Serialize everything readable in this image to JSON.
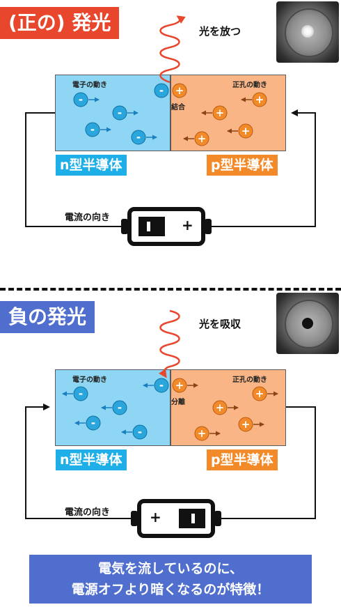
{
  "top": {
    "title": "(正の) 発光",
    "light_label": "光を放つ",
    "electron_motion": "電子の動き",
    "hole_motion": "正孔の動き",
    "junction_label": "結合",
    "n_label": "n型半導体",
    "p_label": "p型半導体",
    "current_label": "電流の向き",
    "battery_sign": "+"
  },
  "bottom": {
    "title": "負の発光",
    "light_label": "光を吸収",
    "electron_motion": "電子の動き",
    "hole_motion": "正孔の動き",
    "junction_label": "分離",
    "n_label": "n型半導体",
    "p_label": "p型半導体",
    "current_label": "電流の向き",
    "battery_sign": "+"
  },
  "particles": {
    "electron": "-",
    "hole": "+"
  },
  "footer": {
    "line1": "電気を流しているのに、",
    "line2": "電源オフより暗くなるのが特徴！"
  },
  "colors": {
    "top_title_bg": "#e8472e",
    "bottom_title_bg": "#4f6ecd",
    "n_region": "#8ed6f4",
    "p_region": "#f9b585",
    "electron": "#2aa6dc",
    "hole": "#f28a2a",
    "light_wave": "#e8472e",
    "footer_bg": "#4f6ecd"
  }
}
